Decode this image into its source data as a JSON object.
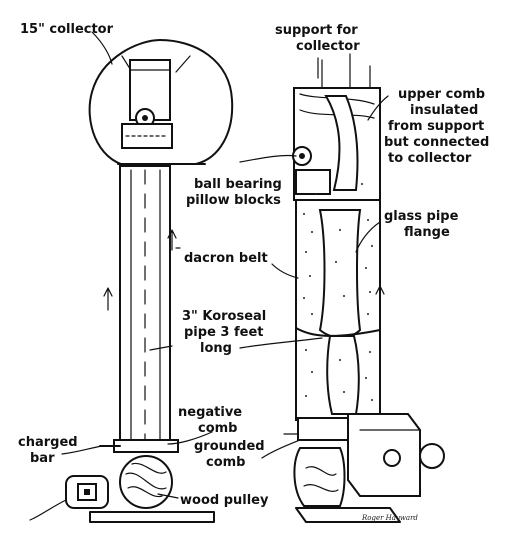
{
  "labels": {
    "collector_15": "15\" collector",
    "support_line1": "support for",
    "support_line2": "collector",
    "upper_comb_line1": "upper comb",
    "upper_comb_line2": "insulated",
    "upper_comb_line3": "from support",
    "upper_comb_line4": "but connected",
    "upper_comb_line5": "to collector",
    "ball_bearing_line1": "ball bearing",
    "ball_bearing_line2": "pillow blocks",
    "glass_pipe_line1": "glass pipe",
    "glass_pipe_line2": "flange",
    "dacron_belt": "dacron belt",
    "koroseal_line1": "3\" Koroseal",
    "koroseal_line2": "pipe 3 feet",
    "koroseal_line3": "long",
    "negative_comb_line1": "negative",
    "negative_comb_line2": "comb",
    "charged_bar_line1": "charged",
    "charged_bar_line2": "bar",
    "grounded_comb_line1": "grounded",
    "grounded_comb_line2": "comb",
    "wood_pulley": "wood pulley",
    "signature": "Roger Hayward"
  },
  "colors": {
    "ink": "#111111",
    "paper": "#ffffff"
  }
}
